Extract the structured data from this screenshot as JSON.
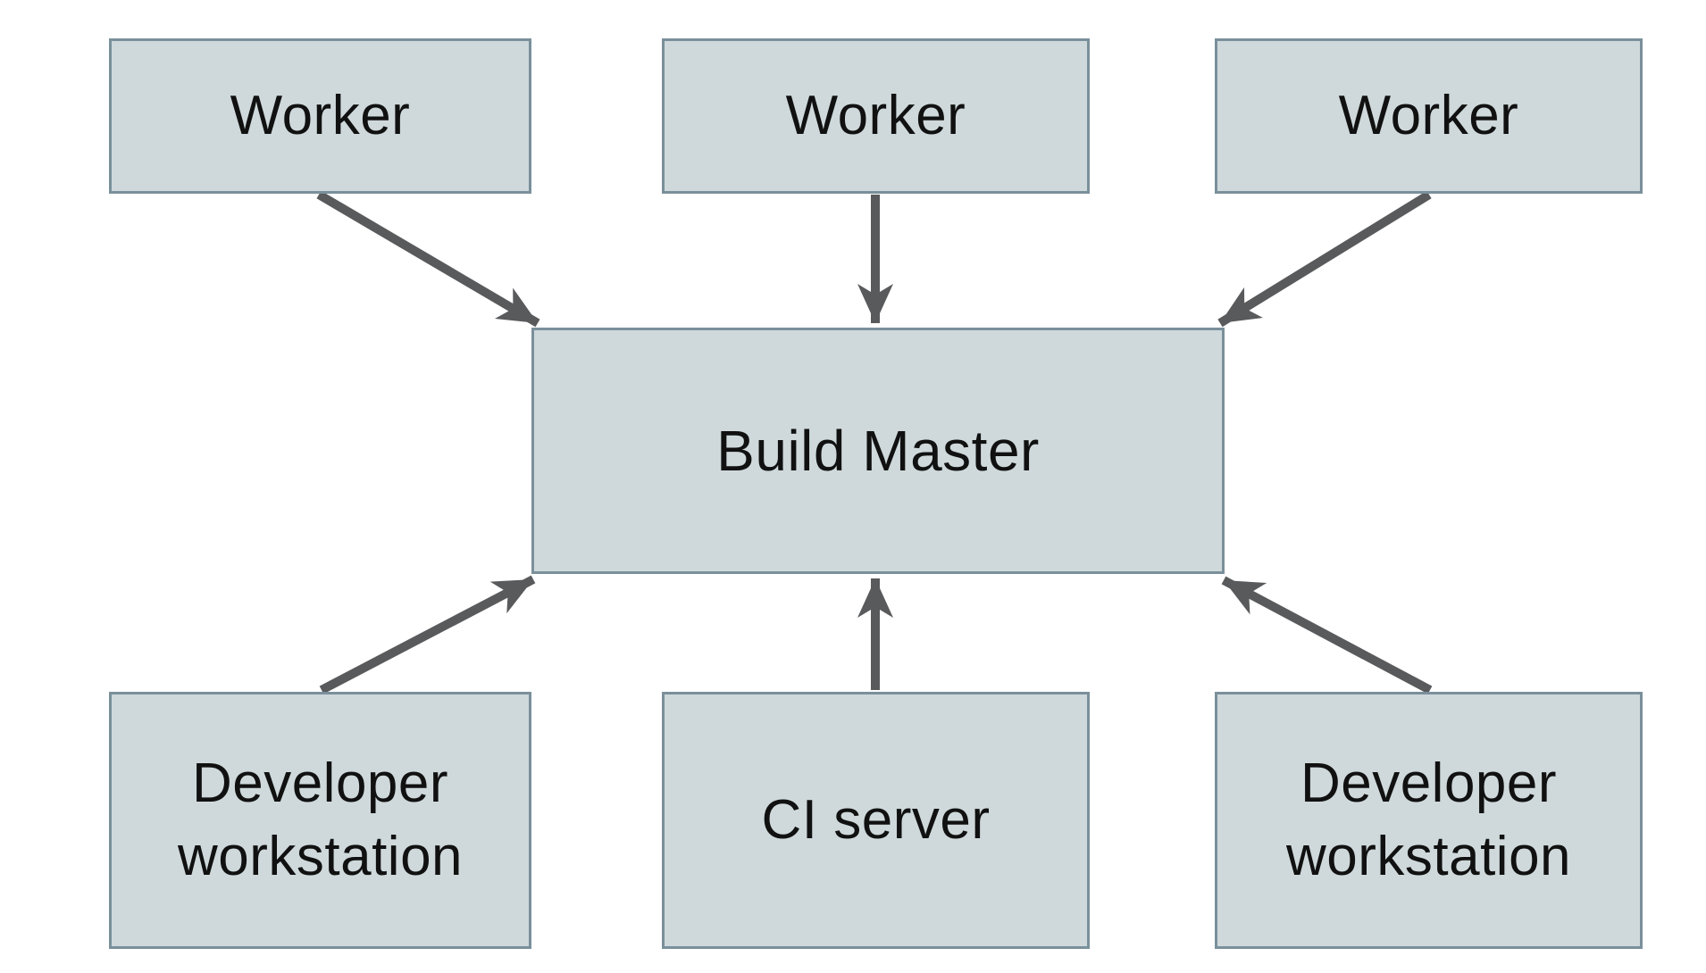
{
  "diagram": {
    "nodes": [
      {
        "id": "worker-1",
        "label": "Worker"
      },
      {
        "id": "worker-2",
        "label": "Worker"
      },
      {
        "id": "worker-3",
        "label": "Worker"
      },
      {
        "id": "build-master",
        "label": "Build Master"
      },
      {
        "id": "developer-workstation-1",
        "label": "Developer workstation"
      },
      {
        "id": "ci-server",
        "label": "CI server"
      },
      {
        "id": "developer-workstation-2",
        "label": "Developer workstation"
      }
    ],
    "edges": [
      {
        "from": "worker-1",
        "to": "build-master"
      },
      {
        "from": "worker-2",
        "to": "build-master"
      },
      {
        "from": "worker-3",
        "to": "build-master"
      },
      {
        "from": "developer-workstation-1",
        "to": "build-master"
      },
      {
        "from": "ci-server",
        "to": "build-master"
      },
      {
        "from": "developer-workstation-2",
        "to": "build-master"
      }
    ],
    "colors": {
      "background": "#ffffff",
      "node_fill": "#cfd9db",
      "node_border": "#7a909b",
      "arrow": "#595a5c",
      "text": "#111111"
    }
  }
}
